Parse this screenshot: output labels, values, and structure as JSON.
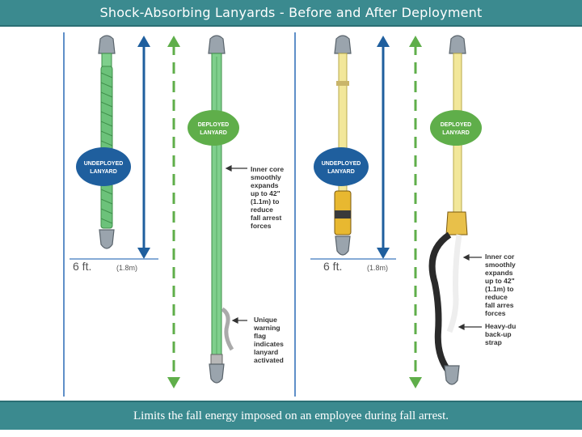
{
  "title": "Shock-Absorbing Lanyards - Before and After Deployment",
  "caption": "Limits the fall energy imposed on an employee during fall arrest.",
  "colors": {
    "bar": "#3b8a8f",
    "green_lanyard": "#6cc27a",
    "yellow_lanyard": "#f2e79a",
    "blue_arrow": "#1f5f9e",
    "green_arrow": "#5fae4a",
    "badge": "#1f5f9e"
  },
  "left_panel": {
    "undeployed_label": [
      "UNDEPLOYED",
      "LANYARD"
    ],
    "deployed_label": [
      "DEPLOYED",
      "LANYARD"
    ],
    "height_label": "6 ft.",
    "height_metric": "(1.8m)",
    "note1": [
      "Inner core",
      "smoothly",
      "expands",
      "up to 42\"",
      "(1.1m) to",
      "reduce",
      "fall arrest",
      "forces"
    ],
    "note2": [
      "Unique",
      "warning",
      "flag",
      "indicates",
      "lanyard",
      "activated"
    ]
  },
  "right_panel": {
    "undeployed_label": [
      "UNDEPLOYED",
      "LANYARD"
    ],
    "deployed_label": [
      "DEPLOYED",
      "LANYARD"
    ],
    "height_label": "6 ft.",
    "height_metric": "(1.8m)",
    "note1": [
      "Inner cor",
      "smoothly",
      "expands",
      "up to 42\"",
      "(1.1m) to",
      "reduce",
      "fall arres",
      "forces"
    ],
    "note2": [
      "Heavy-du",
      "back-up",
      "strap"
    ]
  }
}
